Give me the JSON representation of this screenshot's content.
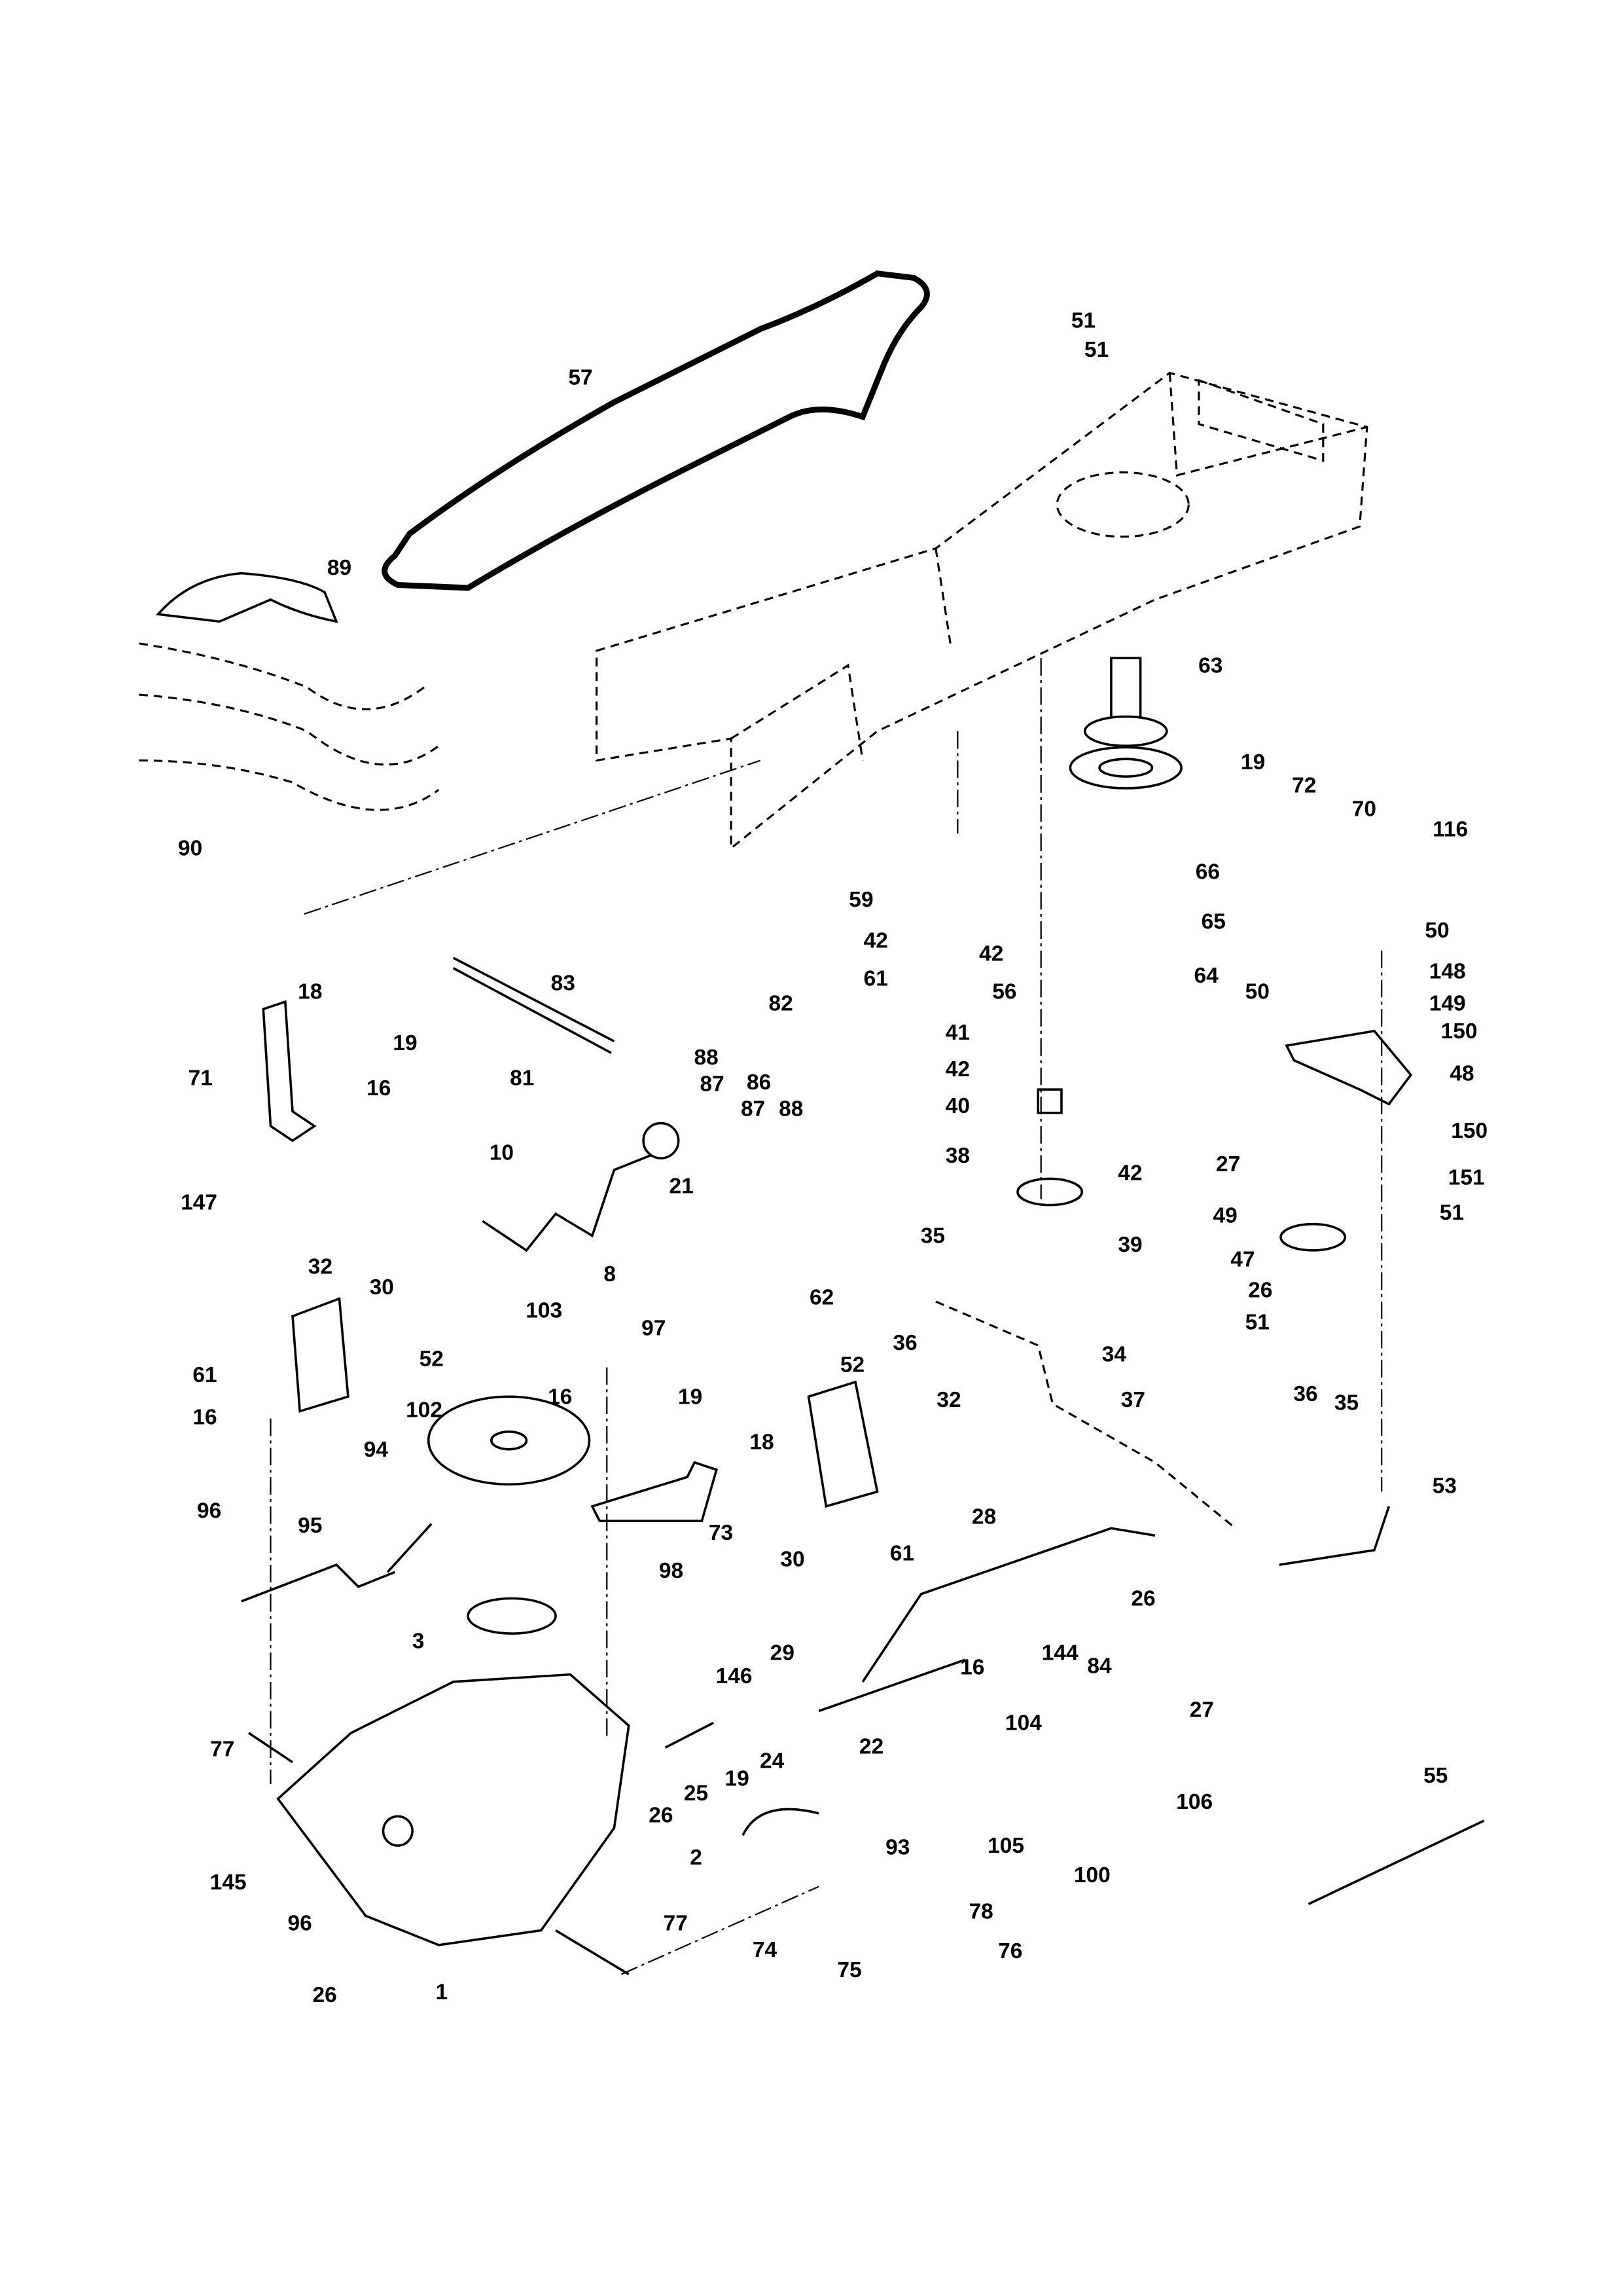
{
  "diagram": {
    "type": "exploded-parts-diagram",
    "line_color": "#000000",
    "background": "#ffffff",
    "callouts": [
      "57",
      "51",
      "51",
      "89",
      "90",
      "63",
      "19",
      "72",
      "70",
      "116",
      "59",
      "66",
      "42",
      "61",
      "65",
      "42",
      "56",
      "64",
      "50",
      "148",
      "50",
      "149",
      "150",
      "18",
      "19",
      "71",
      "16",
      "83",
      "82",
      "81",
      "88",
      "87",
      "86",
      "87",
      "88",
      "41",
      "42",
      "40",
      "48",
      "27",
      "150",
      "151",
      "51",
      "38",
      "42",
      "39",
      "49",
      "47",
      "26",
      "51",
      "147",
      "10",
      "21",
      "8",
      "32",
      "30",
      "62",
      "35",
      "36",
      "103",
      "97",
      "34",
      "37",
      "61",
      "52",
      "16",
      "102",
      "16",
      "19",
      "52",
      "32",
      "18",
      "36",
      "35",
      "94",
      "73",
      "30",
      "61",
      "28",
      "53",
      "96",
      "95",
      "98",
      "26",
      "3",
      "29",
      "146",
      "16",
      "144",
      "84",
      "27",
      "77",
      "104",
      "24",
      "19",
      "22",
      "25",
      "26",
      "106",
      "55",
      "105",
      "100",
      "93",
      "2",
      "145",
      "96",
      "77",
      "78",
      "74",
      "76",
      "75",
      "1",
      "26"
    ]
  }
}
